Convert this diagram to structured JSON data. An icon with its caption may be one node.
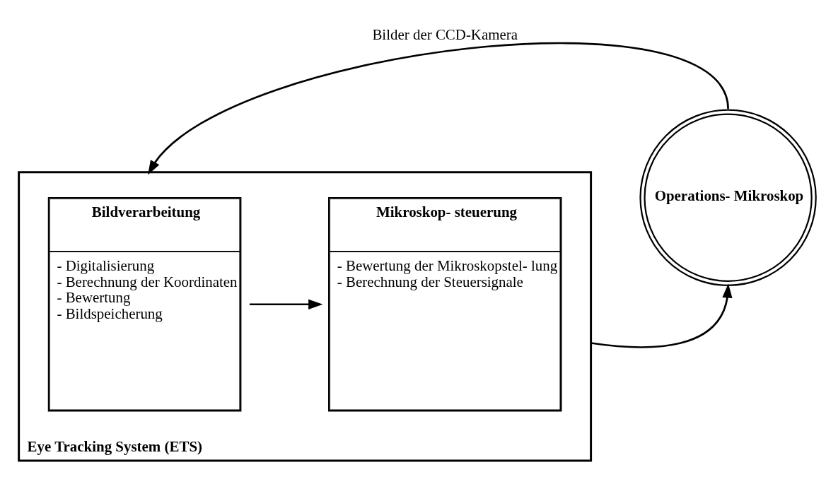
{
  "diagram": {
    "nodes": [
      {
        "text": [
          "Eye Tracking System (ETS)"
        ]
      },
      {
        "text": [
          "Bildverarbeitung",
          "- Digitalisierung",
          "- Berechnung der Koordinaten",
          "- Bewertung",
          "- Bildspeicherung"
        ],
        "in": 0
      },
      {
        "text": [
          "Mikroskop- steuerung",
          "- Bewertung der Mikroskopstel- lung",
          "- Berechnung der Steuersignale"
        ],
        "in": 0
      },
      {
        "text": [
          "Operations- Mikroskop"
        ]
      }
    ],
    "edges": [
      {
        "from": 3,
        "to": 0,
        "arrow": "to",
        "label": "Bilder der CCD-Kamera"
      },
      {
        "from": 1,
        "to": 2,
        "arrow": "to"
      },
      {
        "from": 0,
        "to": 3,
        "arrow": "to"
      }
    ]
  }
}
